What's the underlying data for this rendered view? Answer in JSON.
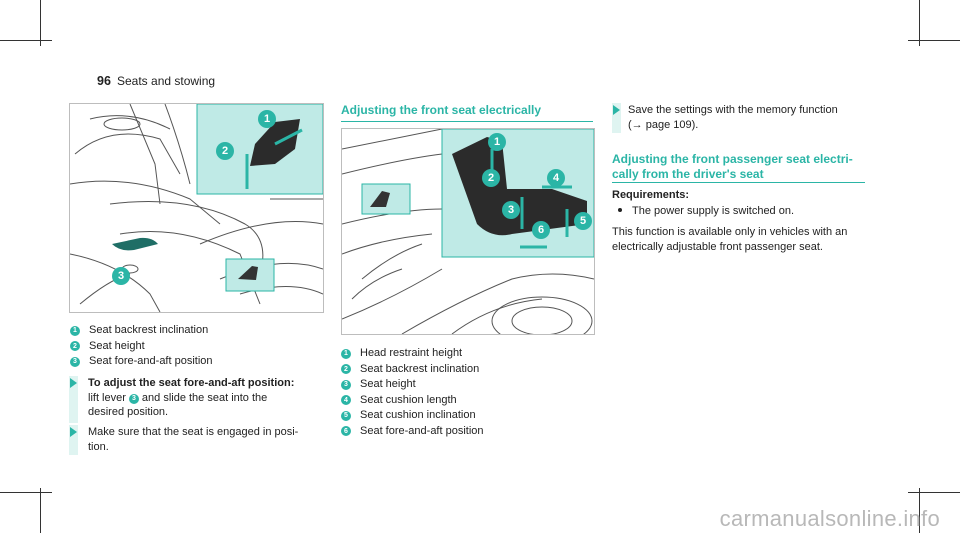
{
  "header": {
    "page_number": "96",
    "section": "Seats and stowing"
  },
  "figure1": {
    "callouts": [
      "1",
      "2",
      "3"
    ],
    "legend": [
      {
        "n": "1",
        "text": "Seat backrest inclination"
      },
      {
        "n": "2",
        "text": "Seat height"
      },
      {
        "n": "3",
        "text": "Seat fore-and-aft position"
      }
    ]
  },
  "steps_left": {
    "step1_title": "To adjust the seat fore-and-aft position:",
    "step1_text_a": "lift lever",
    "step1_ref": "3",
    "step1_text_b": "and slide the seat into the",
    "step1_text_c": "desired position.",
    "step2_line1": "Make sure that the seat is engaged in posi-",
    "step2_line2": "tion."
  },
  "middle": {
    "title": "Adjusting the front seat electrically",
    "callouts": [
      "1",
      "2",
      "3",
      "4",
      "5",
      "6"
    ],
    "legend": [
      {
        "n": "1",
        "text": "Head restraint height"
      },
      {
        "n": "2",
        "text": "Seat backrest inclination"
      },
      {
        "n": "3",
        "text": "Seat height"
      },
      {
        "n": "4",
        "text": "Seat cushion length"
      },
      {
        "n": "5",
        "text": "Seat cushion inclination"
      },
      {
        "n": "6",
        "text": "Seat fore-and-aft position"
      }
    ]
  },
  "right": {
    "save_line1": "Save the settings with the memory function",
    "save_line2": "(→ page 109).",
    "title_line1": "Adjusting the front passenger seat electri-",
    "title_line2": "cally from the driver's seat",
    "req_label": "Requirements:",
    "req_item": "The power supply is switched on.",
    "para_line1": "This function is available only in vehicles with an",
    "para_line2": "electrically adjustable front passenger seat."
  },
  "watermark": "carmanualsonline.info",
  "colors": {
    "accent": "#2bb5a6",
    "highlight": "#bfeae6",
    "step_bar": "#dff4f1"
  }
}
